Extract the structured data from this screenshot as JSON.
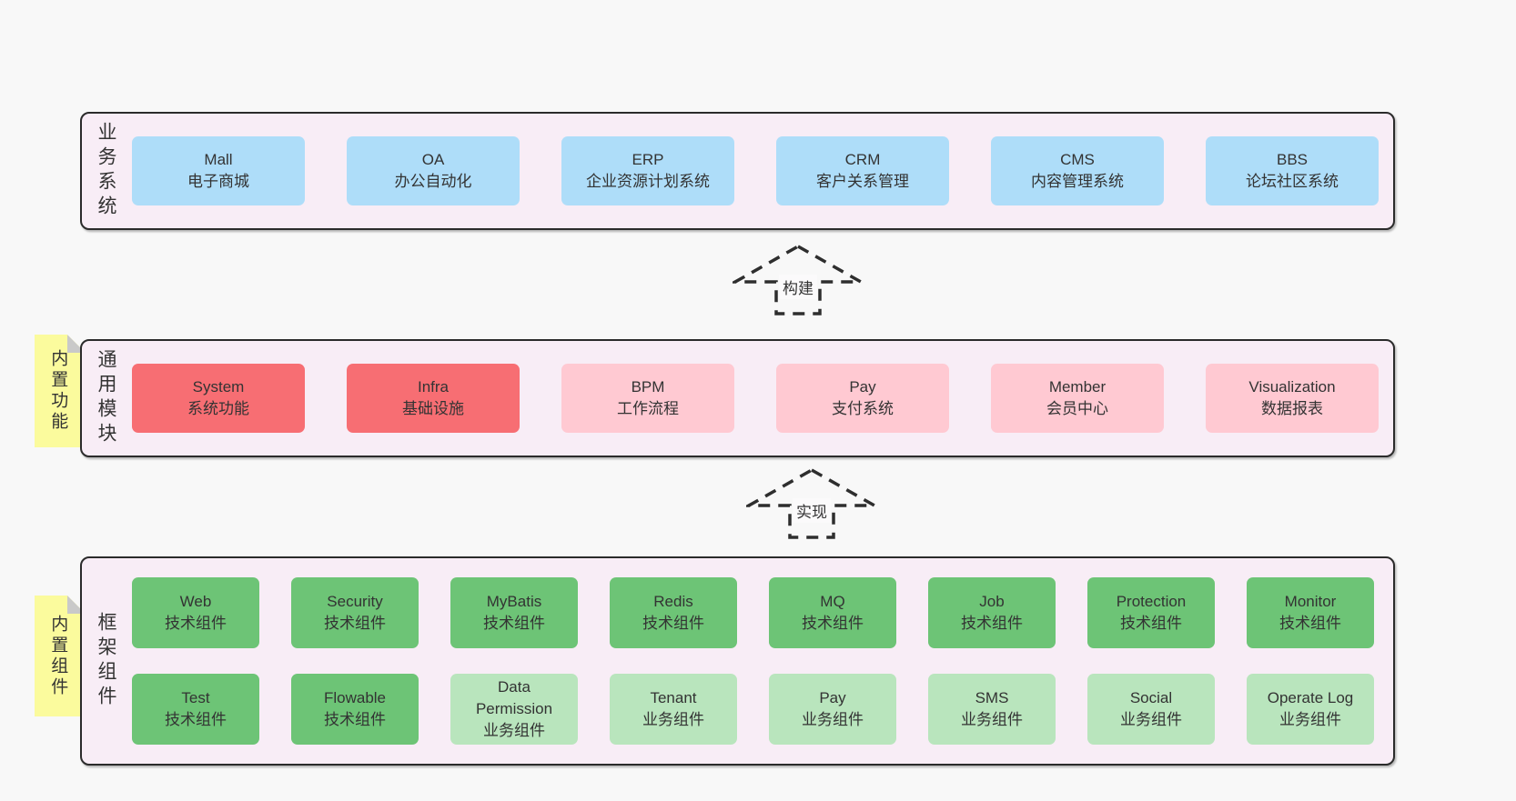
{
  "colors": {
    "page_bg": "#f8f8f8",
    "layer_bg": "#f8edf6",
    "layer_border": "#2b2b2b",
    "blue_box": "#aeddf9",
    "red_box": "#f76e73",
    "pink_box": "#ffc9d2",
    "green_box": "#6dc476",
    "light_green_box": "#b9e5bd",
    "sticky_bg": "#fbfb9d",
    "sticky_fold": "#c9c9c9",
    "text": "#333333"
  },
  "arrows": [
    {
      "label": "构建"
    },
    {
      "label": "实现"
    }
  ],
  "layers": [
    {
      "label": "业务系统",
      "tag": null,
      "rows": [
        [
          {
            "name": "Mall",
            "desc": "电子商城",
            "variant": "blue"
          },
          {
            "name": "OA",
            "desc": "办公自动化",
            "variant": "blue"
          },
          {
            "name": "ERP",
            "desc": "企业资源计划系统",
            "variant": "blue"
          },
          {
            "name": "CRM",
            "desc": "客户关系管理",
            "variant": "blue"
          },
          {
            "name": "CMS",
            "desc": "内容管理系统",
            "variant": "blue"
          },
          {
            "name": "BBS",
            "desc": "论坛社区系统",
            "variant": "blue"
          }
        ]
      ]
    },
    {
      "label": "通用模块",
      "tag": "内置功能",
      "rows": [
        [
          {
            "name": "System",
            "desc": "系统功能",
            "variant": "red"
          },
          {
            "name": "Infra",
            "desc": "基础设施",
            "variant": "red"
          },
          {
            "name": "BPM",
            "desc": "工作流程",
            "variant": "pink"
          },
          {
            "name": "Pay",
            "desc": "支付系统",
            "variant": "pink"
          },
          {
            "name": "Member",
            "desc": "会员中心",
            "variant": "pink"
          },
          {
            "name": "Visualization",
            "desc": "数据报表",
            "variant": "pink"
          }
        ]
      ]
    },
    {
      "label": "框架组件",
      "tag": "内置组件",
      "rows": [
        [
          {
            "name": "Web",
            "desc": "技术组件",
            "variant": "green"
          },
          {
            "name": "Security",
            "desc": "技术组件",
            "variant": "green"
          },
          {
            "name": "MyBatis",
            "desc": "技术组件",
            "variant": "green"
          },
          {
            "name": "Redis",
            "desc": "技术组件",
            "variant": "green"
          },
          {
            "name": "MQ",
            "desc": "技术组件",
            "variant": "green"
          },
          {
            "name": "Job",
            "desc": "技术组件",
            "variant": "green"
          },
          {
            "name": "Protection",
            "desc": "技术组件",
            "variant": "green"
          },
          {
            "name": "Monitor",
            "desc": "技术组件",
            "variant": "green"
          }
        ],
        [
          {
            "name": "Test",
            "desc": "技术组件",
            "variant": "green"
          },
          {
            "name": "Flowable",
            "desc": "技术组件",
            "variant": "green"
          },
          {
            "name": "Data Permission",
            "desc": "业务组件",
            "variant": "lightgreen"
          },
          {
            "name": "Tenant",
            "desc": "业务组件",
            "variant": "lightgreen"
          },
          {
            "name": "Pay",
            "desc": "业务组件",
            "variant": "lightgreen"
          },
          {
            "name": "SMS",
            "desc": "业务组件",
            "variant": "lightgreen"
          },
          {
            "name": "Social",
            "desc": "业务组件",
            "variant": "lightgreen"
          },
          {
            "name": "Operate Log",
            "desc": "业务组件",
            "variant": "lightgreen"
          }
        ]
      ]
    }
  ]
}
